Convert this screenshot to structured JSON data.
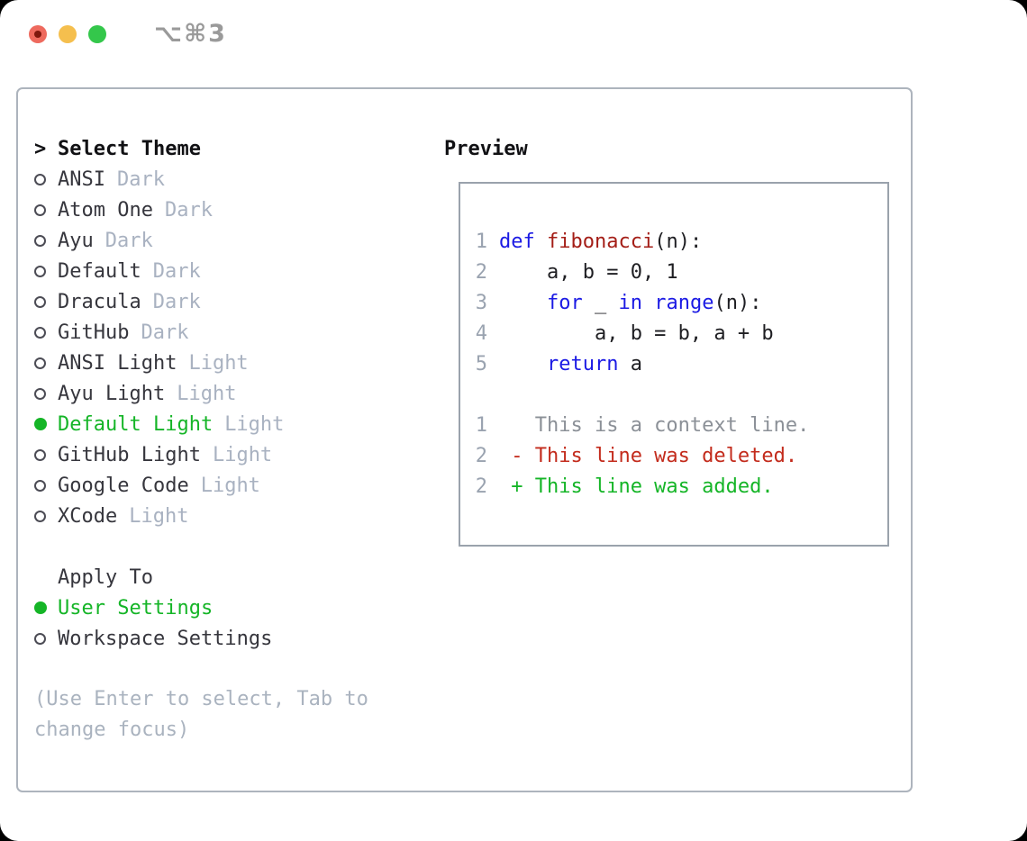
{
  "window": {
    "title": "⌥⌘3",
    "buttons": [
      "close-icon",
      "minimize-icon",
      "zoom-icon"
    ]
  },
  "colors": {
    "accent_green": "#15b527",
    "keyword_blue": "#1b1ae4",
    "function_red": "#a41e17",
    "deleted_red": "#c32b1c",
    "added_green": "#15b527",
    "muted_gray": "#a9b2c1",
    "border_gray": "#adb4bd",
    "traffic_close": "#ee6a5e",
    "traffic_min": "#f5bf4e",
    "traffic_zoom": "#34c74b"
  },
  "theme_selector": {
    "prompt": ">",
    "title": "Select Theme",
    "items": [
      {
        "name": "ANSI",
        "variant": "Dark",
        "selected": false
      },
      {
        "name": "Atom One",
        "variant": "Dark",
        "selected": false
      },
      {
        "name": "Ayu",
        "variant": "Dark",
        "selected": false
      },
      {
        "name": "Default",
        "variant": "Dark",
        "selected": false
      },
      {
        "name": "Dracula",
        "variant": "Dark",
        "selected": false
      },
      {
        "name": "GitHub",
        "variant": "Dark",
        "selected": false
      },
      {
        "name": "ANSI Light",
        "variant": "Light",
        "selected": false
      },
      {
        "name": "Ayu Light",
        "variant": "Light",
        "selected": false
      },
      {
        "name": "Default Light",
        "variant": "Light",
        "selected": true
      },
      {
        "name": "GitHub Light",
        "variant": "Light",
        "selected": false
      },
      {
        "name": "Google Code",
        "variant": "Light",
        "selected": false
      },
      {
        "name": "XCode",
        "variant": "Light",
        "selected": false
      }
    ]
  },
  "apply_to": {
    "title": "Apply To",
    "options": [
      {
        "label": "User Settings",
        "selected": true
      },
      {
        "label": "Workspace Settings",
        "selected": false
      }
    ]
  },
  "hint": "(Use Enter to select, Tab to\nchange focus)",
  "preview": {
    "title": "Preview",
    "code_lines": [
      {
        "num": "1",
        "segments": [
          {
            "t": "def",
            "c": "kw"
          },
          {
            "t": " "
          },
          {
            "t": "fibonacci",
            "c": "fn"
          },
          {
            "t": "(n):"
          }
        ]
      },
      {
        "num": "2",
        "segments": [
          {
            "t": "    a, b = 0, 1"
          }
        ]
      },
      {
        "num": "3",
        "segments": [
          {
            "t": "    "
          },
          {
            "t": "for",
            "c": "kw"
          },
          {
            "t": " _ "
          },
          {
            "t": "in",
            "c": "kw"
          },
          {
            "t": " "
          },
          {
            "t": "range",
            "c": "kw"
          },
          {
            "t": "(n):"
          }
        ]
      },
      {
        "num": "4",
        "segments": [
          {
            "t": "        a, b = b, a + b"
          }
        ]
      },
      {
        "num": "5",
        "segments": [
          {
            "t": "    "
          },
          {
            "t": "return",
            "c": "kw"
          },
          {
            "t": " a"
          }
        ]
      }
    ],
    "diff_lines": [
      {
        "num": "1",
        "type": "context",
        "text": "   This is a context line."
      },
      {
        "num": "2",
        "type": "deleted",
        "text": " - This line was deleted."
      },
      {
        "num": "2",
        "type": "added",
        "text": " + This line was added."
      }
    ]
  }
}
